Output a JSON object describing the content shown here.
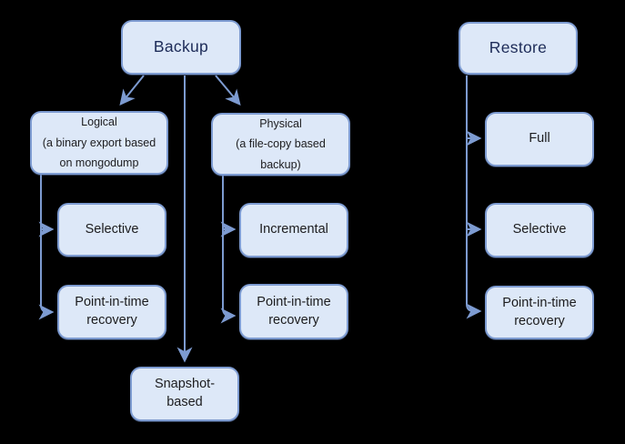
{
  "diagram": {
    "type": "tree",
    "topic": "MongoDB backup and restore types",
    "nodes": {
      "backup": {
        "label": "Backup"
      },
      "restore": {
        "label": "Restore"
      },
      "logical": {
        "label": "Logical\n(a binary export based\non mongodump"
      },
      "physical": {
        "label": "Physical\n(a file-copy based\nbackup)"
      },
      "selective_left": {
        "label": "Selective"
      },
      "pitr_left": {
        "label": "Point-in-time\nrecovery"
      },
      "incremental": {
        "label": "Incremental"
      },
      "pitr_middle": {
        "label": "Point-in-time\nrecovery"
      },
      "snapshot": {
        "label": "Snapshot-\nbased"
      },
      "full": {
        "label": "Full"
      },
      "selective_right": {
        "label": "Selective"
      },
      "pitr_right": {
        "label": "Point-in-time\nrecovery"
      }
    },
    "edges": [
      {
        "from": "backup",
        "to": "logical"
      },
      {
        "from": "backup",
        "to": "physical"
      },
      {
        "from": "backup",
        "to": "snapshot"
      },
      {
        "from": "logical",
        "to": "selective_left"
      },
      {
        "from": "logical",
        "to": "pitr_left"
      },
      {
        "from": "physical",
        "to": "incremental"
      },
      {
        "from": "physical",
        "to": "pitr_middle"
      },
      {
        "from": "restore",
        "to": "full"
      },
      {
        "from": "restore",
        "to": "selective_right"
      },
      {
        "from": "restore",
        "to": "pitr_right"
      }
    ]
  },
  "colors": {
    "background": "#000000",
    "node_fill": "#dde8f8",
    "node_border": "#7d9bd1",
    "connector": "#7d9bd1",
    "header_text": "#1d2b58",
    "body_text": "#1c1c1e"
  }
}
